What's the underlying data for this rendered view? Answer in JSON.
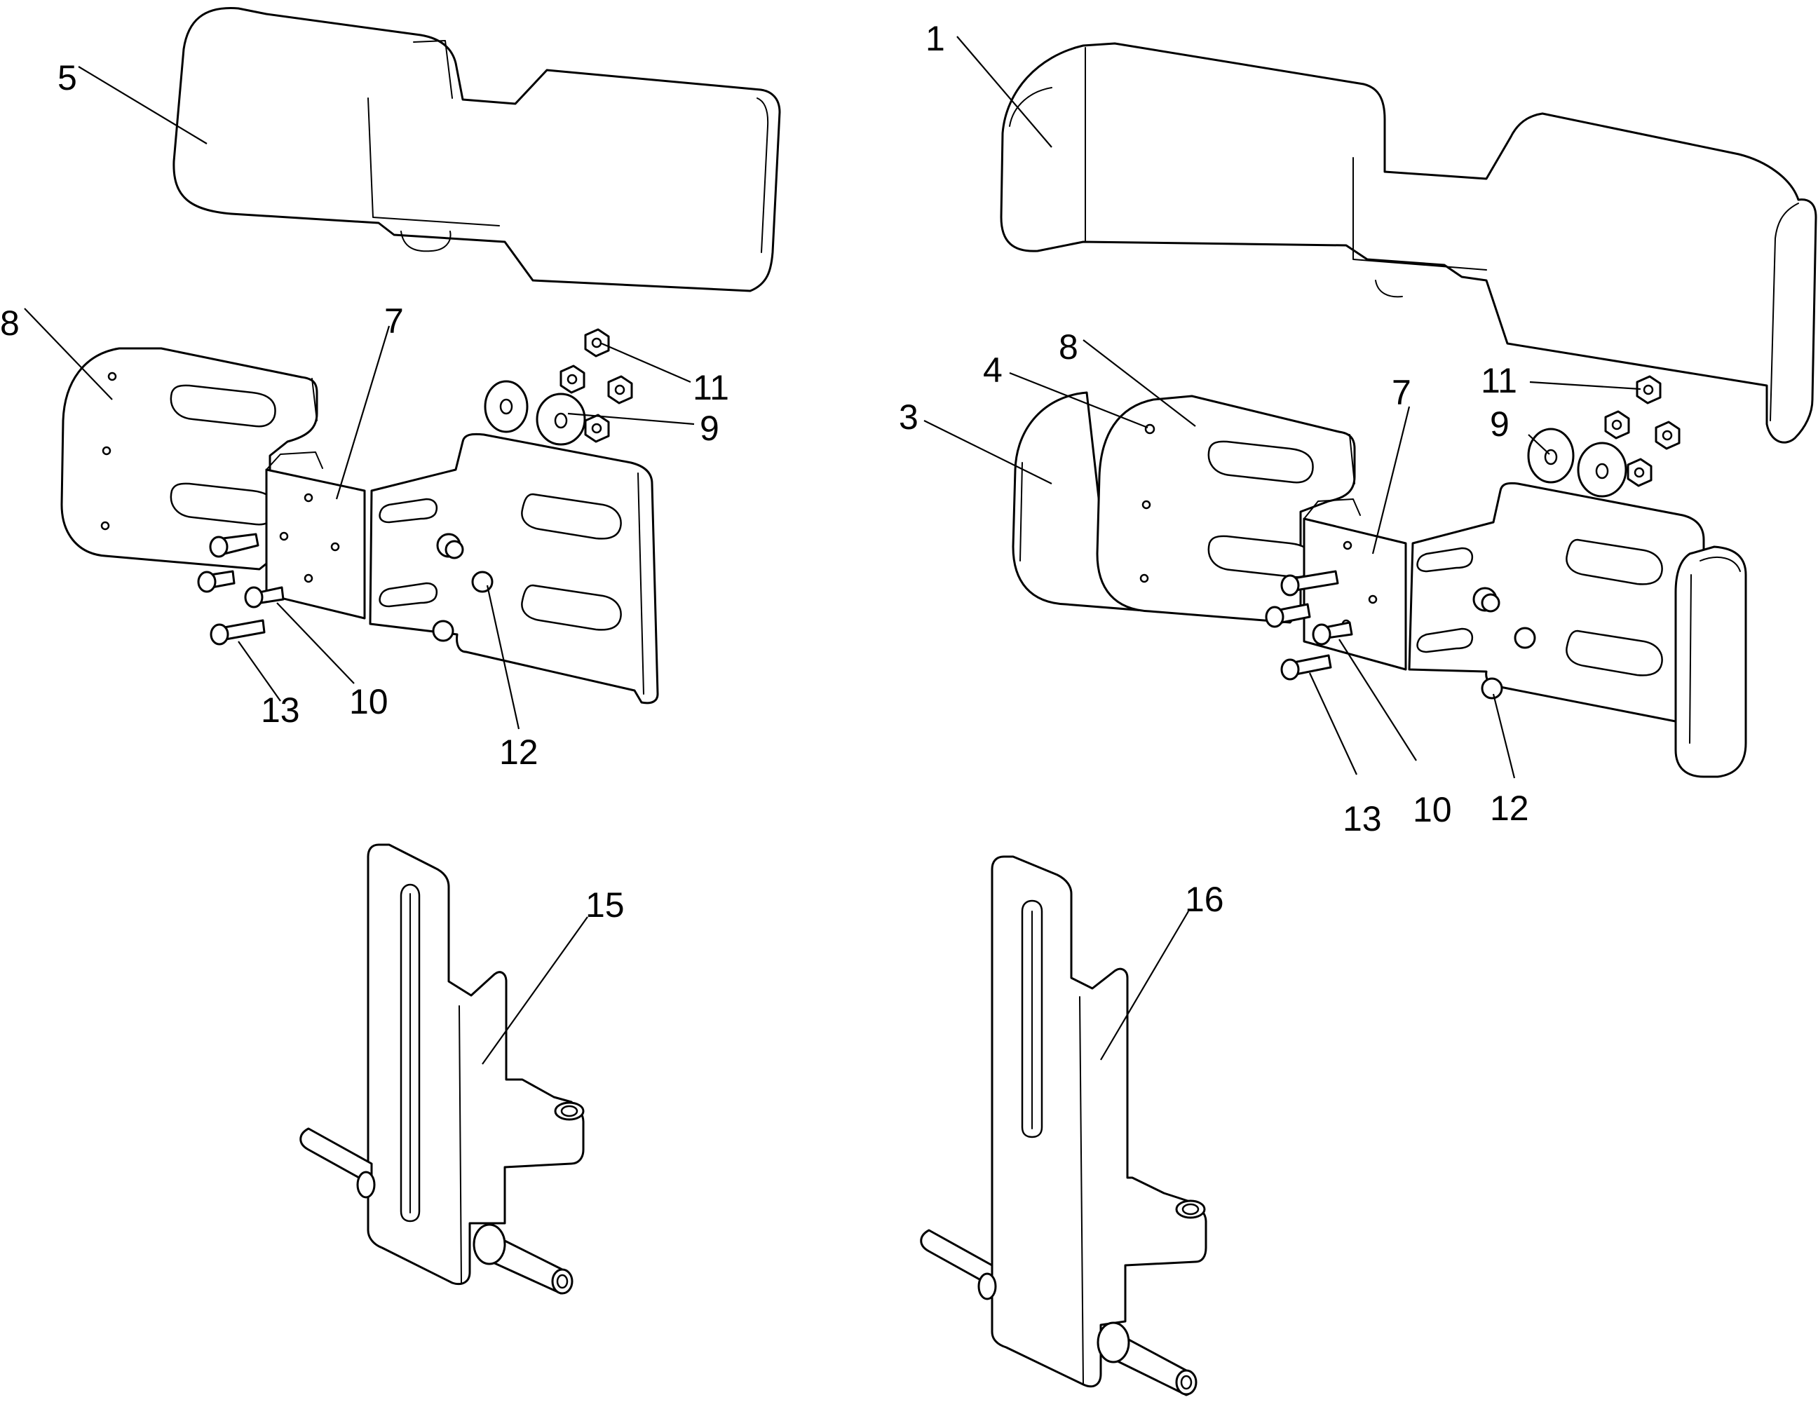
{
  "colors": {
    "line": "#000000",
    "background": "#ffffff"
  },
  "callouts": {
    "left_assembly": {
      "c5": "5",
      "c8": "8",
      "c7": "7",
      "c11": "11",
      "c9": "9",
      "c13": "13",
      "c10": "10",
      "c12": "12"
    },
    "right_assembly": {
      "c1": "1",
      "c8": "8",
      "c4": "4",
      "c3": "3",
      "c7": "7",
      "c11": "11",
      "c9": "9",
      "c13": "13",
      "c10": "10",
      "c12": "12"
    },
    "brackets": {
      "c15": "15",
      "c16": "16"
    }
  }
}
